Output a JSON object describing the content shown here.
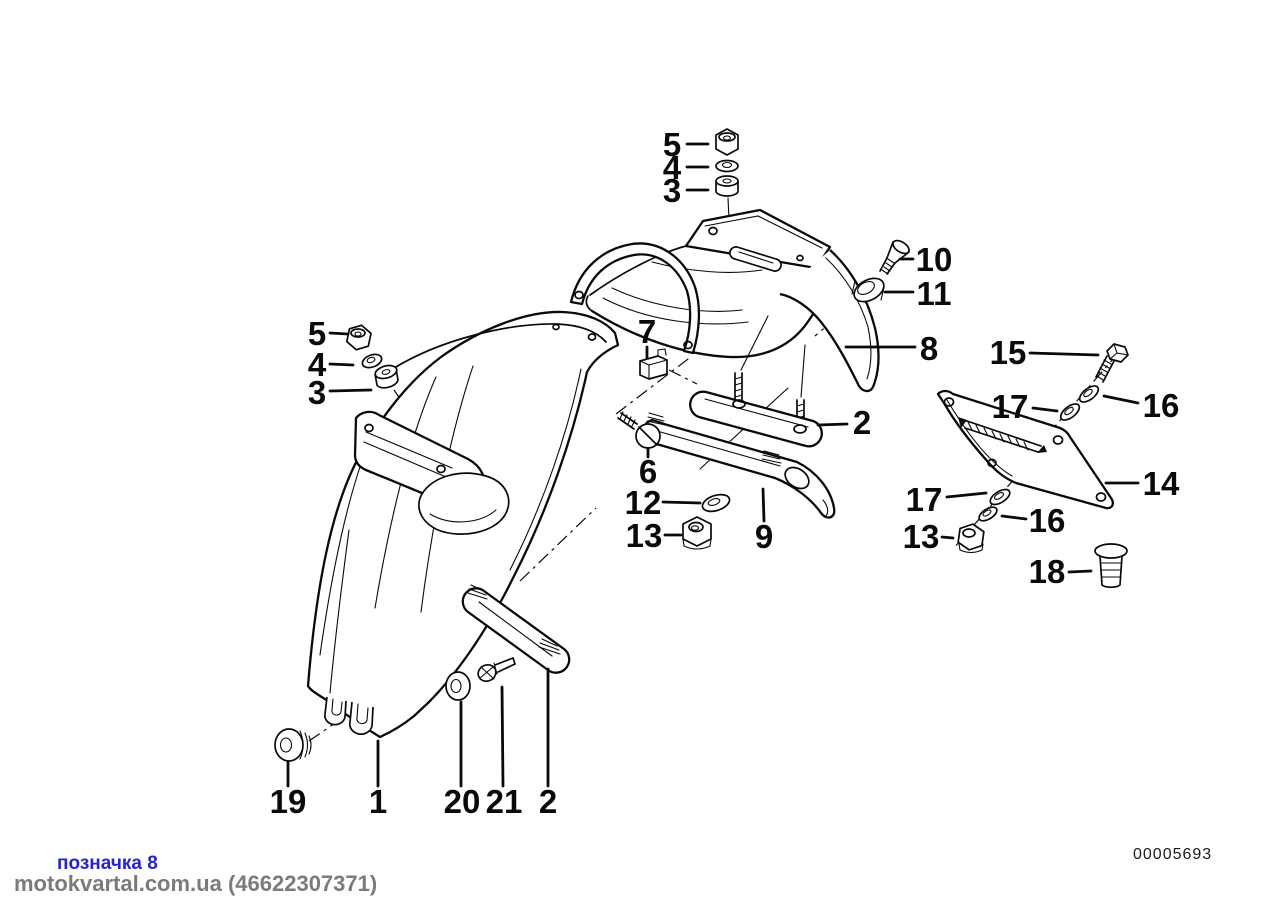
{
  "figure": {
    "background": "#ffffff",
    "line_color": "#0a0a0a",
    "callouts": [
      {
        "id": "top-5",
        "label": "5"
      },
      {
        "id": "top-4",
        "label": "4"
      },
      {
        "id": "top-3",
        "label": "3"
      },
      {
        "id": "r-10",
        "label": "10"
      },
      {
        "id": "r-11",
        "label": "11"
      },
      {
        "id": "r-8",
        "label": "8"
      },
      {
        "id": "r-15",
        "label": "15"
      },
      {
        "id": "r-17-up",
        "label": "17"
      },
      {
        "id": "r-16-up",
        "label": "16"
      },
      {
        "id": "r-14",
        "label": "14"
      },
      {
        "id": "r-17-low",
        "label": "17"
      },
      {
        "id": "r-16-low",
        "label": "16"
      },
      {
        "id": "r-13",
        "label": "13"
      },
      {
        "id": "r-18",
        "label": "18"
      },
      {
        "id": "left-5",
        "label": "5"
      },
      {
        "id": "left-4",
        "label": "4"
      },
      {
        "id": "left-3",
        "label": "3"
      },
      {
        "id": "c-7",
        "label": "7"
      },
      {
        "id": "c-6",
        "label": "6"
      },
      {
        "id": "c-2-mid",
        "label": "2"
      },
      {
        "id": "c-12",
        "label": "12"
      },
      {
        "id": "c-13",
        "label": "13"
      },
      {
        "id": "c-9",
        "label": "9"
      },
      {
        "id": "b-19",
        "label": "19"
      },
      {
        "id": "b-1",
        "label": "1"
      },
      {
        "id": "b-20",
        "label": "20"
      },
      {
        "id": "b-21",
        "label": "21"
      },
      {
        "id": "b-2",
        "label": "2"
      }
    ],
    "footer": {
      "mark_label": "позначка 8",
      "mark_color": "#2323dd",
      "watermark": "motokvartal.com.ua (46622307371)",
      "watermark_color": "#7b7b7b",
      "doc_number": "00005693",
      "doc_number_color": "#1a1a1a"
    }
  }
}
